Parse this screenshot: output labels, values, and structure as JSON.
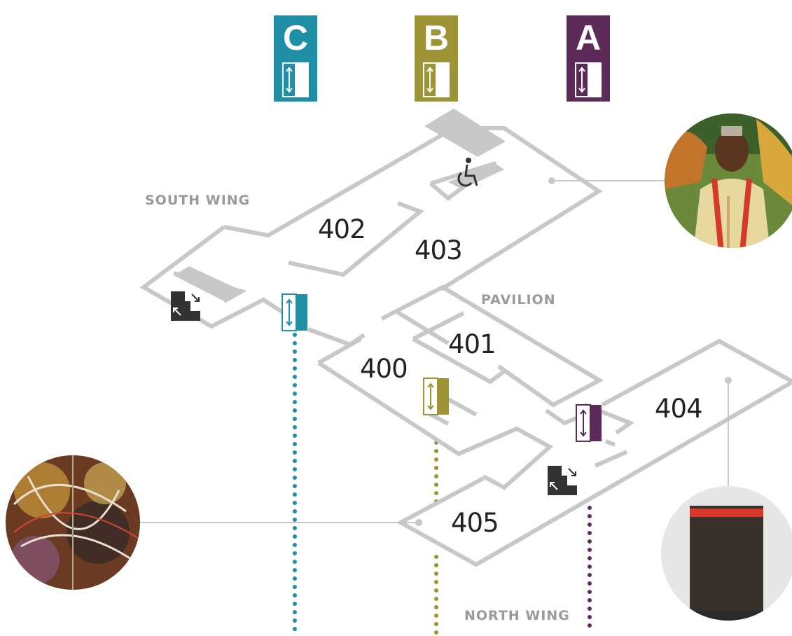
{
  "elevators": [
    {
      "letter": "C",
      "color": "#1e8fa5"
    },
    {
      "letter": "B",
      "color": "#9c9435"
    },
    {
      "letter": "A",
      "color": "#5c2b58"
    }
  ],
  "rooms": [
    "400",
    "401",
    "402",
    "403",
    "404",
    "405"
  ],
  "wings": {
    "south": "SOUTH WING",
    "pavilion": "PAVILION",
    "north": "NORTH WING"
  },
  "icons": [
    "wheelchair-icon",
    "stairs-icon",
    "elevator-icon"
  ],
  "colors": {
    "wall": "#c7c8ca",
    "text": "#222222",
    "wing_label": "#9a9a9a",
    "stairs": "#333333"
  }
}
